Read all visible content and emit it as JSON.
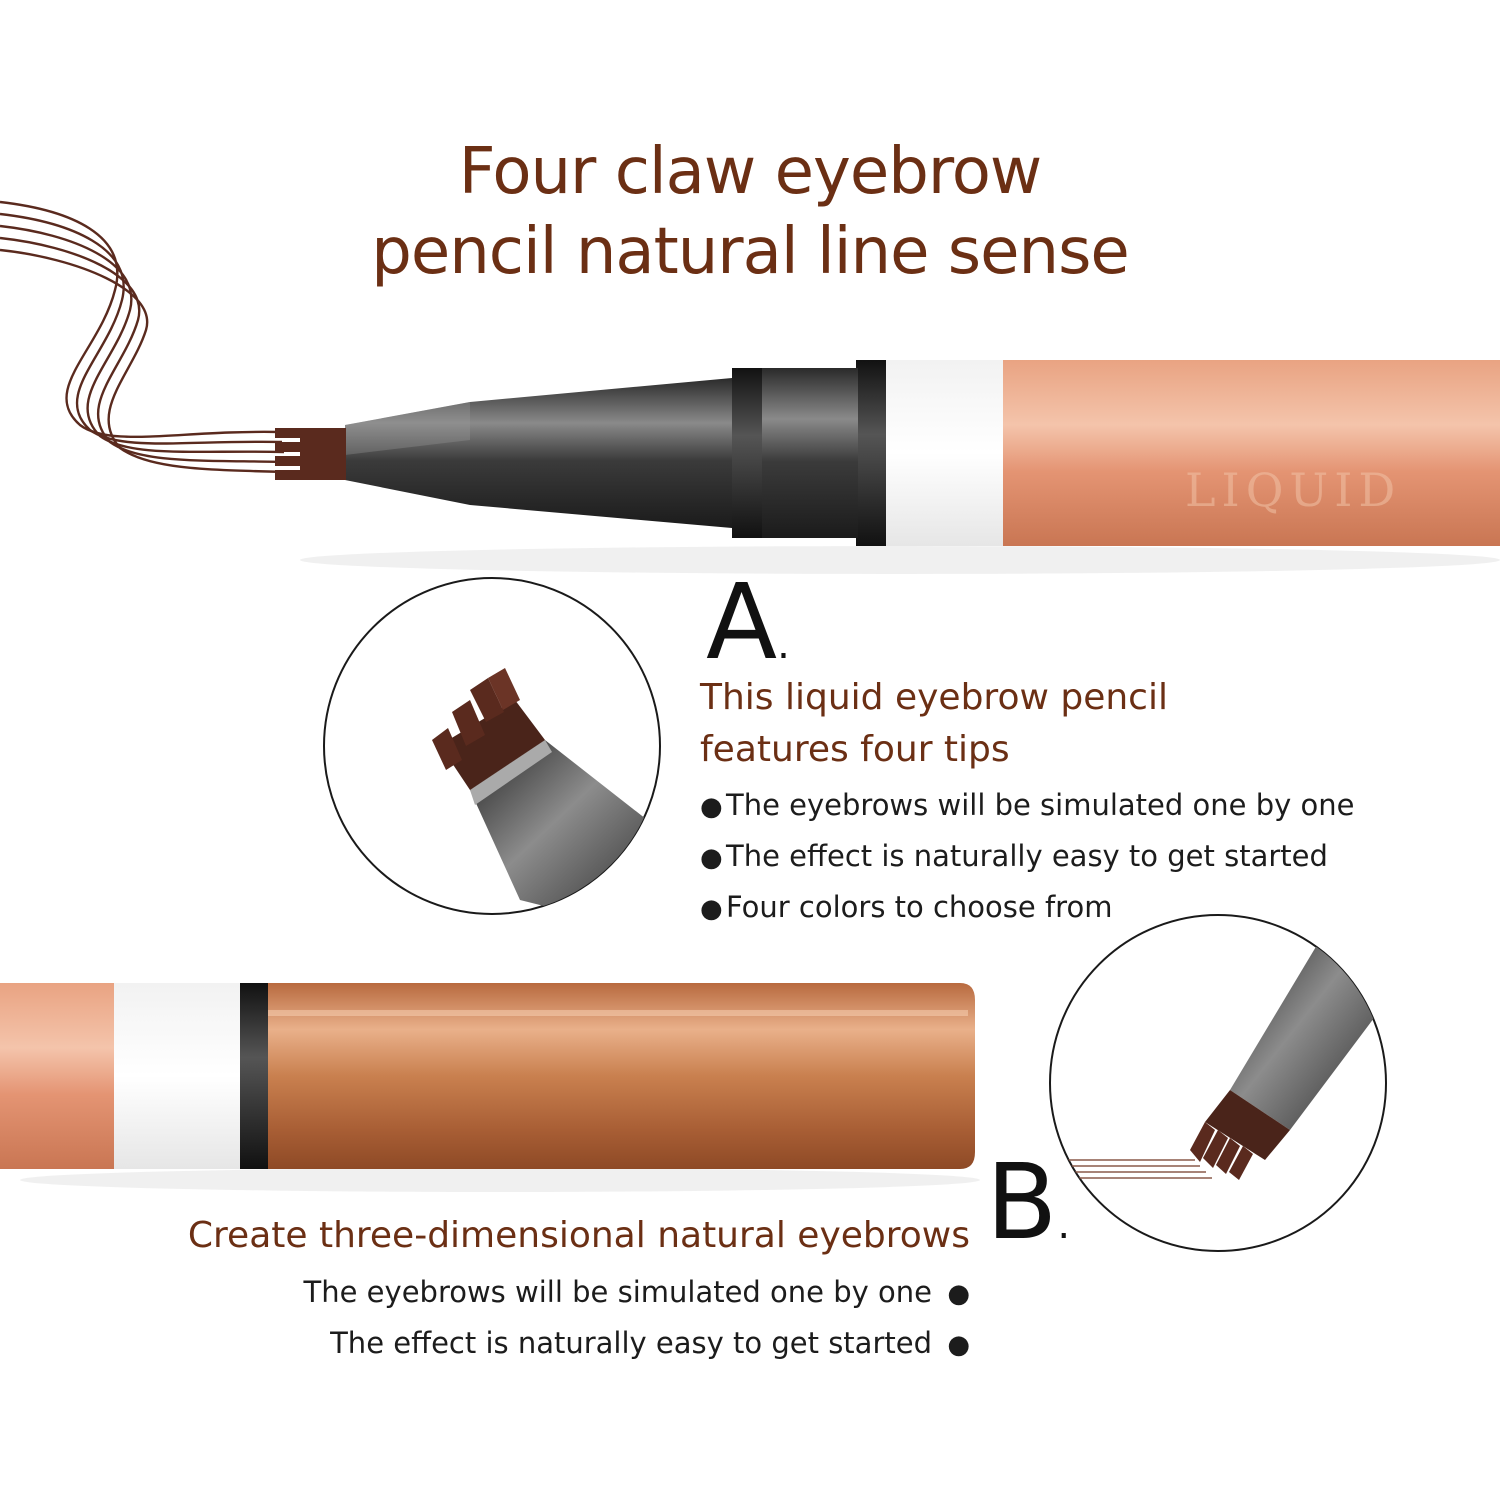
{
  "title": {
    "line1": "Four claw eyebrow",
    "line2": "pencil natural line sense"
  },
  "section_a": {
    "letter": "A",
    "heading_line1": "This liquid eyebrow pencil",
    "heading_line2": "features four tips",
    "bullets": [
      "The eyebrows will be simulated one by one",
      "The effect is naturally easy to get started",
      "Four colors to choose from"
    ]
  },
  "section_b": {
    "letter": "B",
    "heading": "Create three-dimensional natural eyebrows",
    "bullets": [
      "The eyebrows will be simulated one by one",
      "The effect is naturally easy to get started"
    ]
  },
  "product_lettering": "LIQUID",
  "colors": {
    "brown_text": "#6b2f14",
    "copper": "#d98a65",
    "dark_tip": "#5a2a1e",
    "metal": "#3a3a3a"
  }
}
